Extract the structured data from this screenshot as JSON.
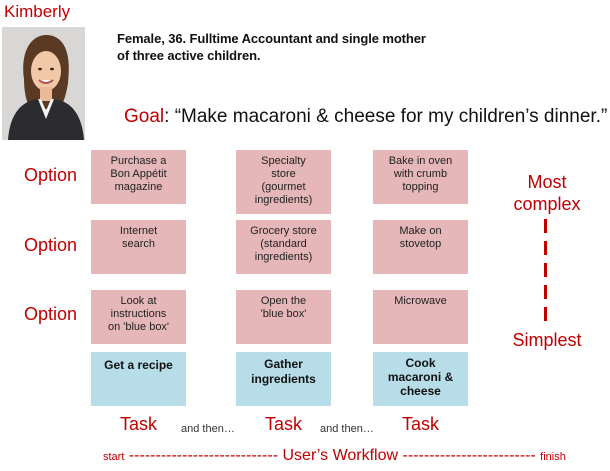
{
  "persona": {
    "name": "Kimberly",
    "description_line1": "Female, 36. Fulltime Accountant and single mother",
    "description_line2": "of three active children."
  },
  "goal": {
    "label": "Goal",
    "text": ": “Make macaroni & cheese for my children’s dinner.”"
  },
  "option_label": "Option",
  "columns": [
    {
      "options": [
        [
          "Purchase a",
          "Bon Appétit",
          "magazine"
        ],
        [
          "Internet",
          "search"
        ],
        [
          "Look at",
          "instructions",
          "on 'blue box'"
        ]
      ],
      "task": [
        "Get a recipe"
      ]
    },
    {
      "options": [
        [
          "Specialty",
          "store",
          "(gourmet",
          "ingredients)"
        ],
        [
          "Grocery store",
          "(standard",
          "ingredients)"
        ],
        [
          "Open the",
          "'blue box'"
        ]
      ],
      "task": [
        "Gather",
        "ingredients"
      ]
    },
    {
      "options": [
        [
          "Bake in oven",
          "with crumb",
          "topping"
        ],
        [
          "Make on",
          "stovetop"
        ],
        [
          "Microwave"
        ]
      ],
      "task": [
        "Cook",
        "macaroni &",
        "cheese"
      ]
    }
  ],
  "task_label": "Task",
  "and_then": "and then…",
  "complexity": {
    "top_line1": "Most",
    "top_line2": "complex",
    "bottom": "Simplest"
  },
  "workflow": {
    "start": "start",
    "dashes_left": " ---------------------------- ",
    "title": "User’s Workflow",
    "dashes_right": " ------------------------- ",
    "finish": "finish"
  }
}
